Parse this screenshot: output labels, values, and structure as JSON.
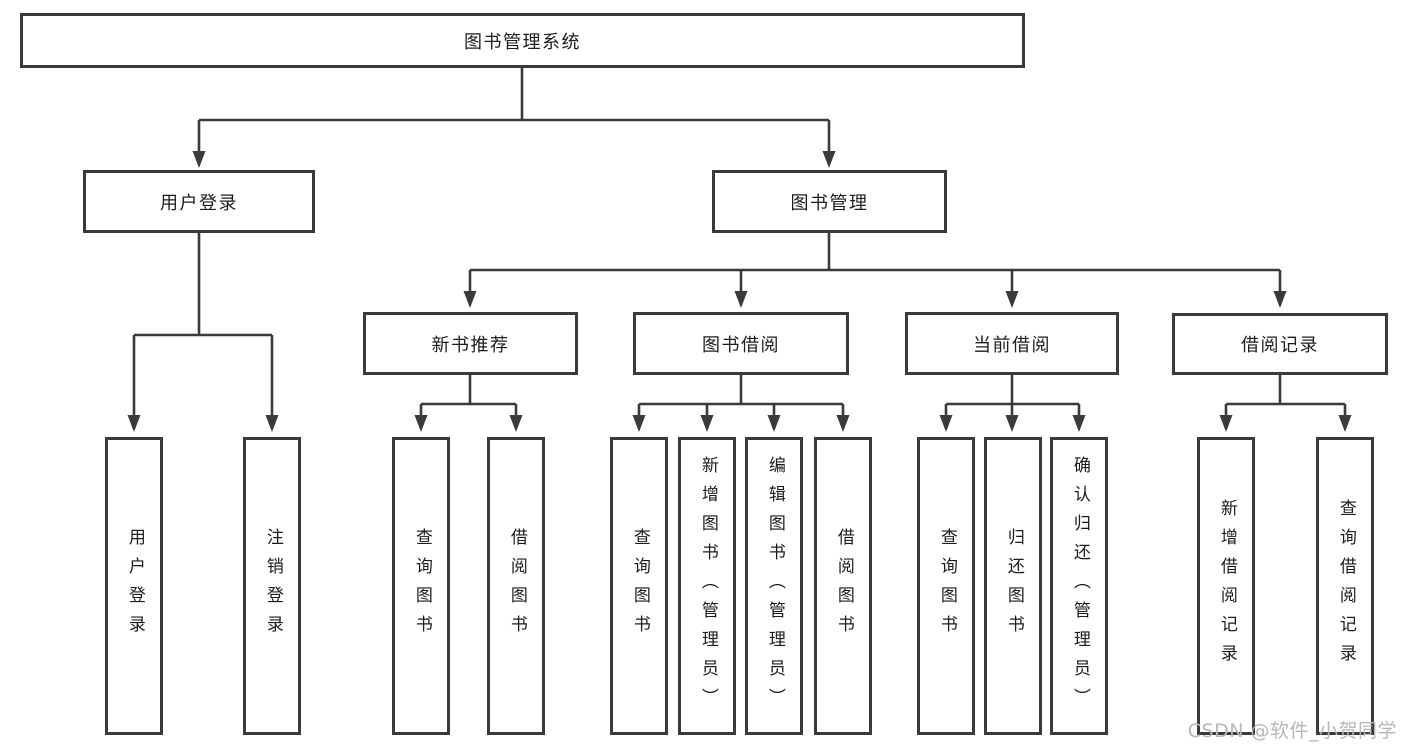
{
  "diagram": {
    "root": {
      "label": "图书管理系统",
      "children": [
        {
          "label": "用户登录",
          "children": [
            {
              "label": "用户登录"
            },
            {
              "label": "注销登录"
            }
          ]
        },
        {
          "label": "图书管理",
          "children": [
            {
              "label": "新书推荐",
              "children": [
                {
                  "label": "查询图书"
                },
                {
                  "label": "借阅图书"
                }
              ]
            },
            {
              "label": "图书借阅",
              "children": [
                {
                  "label": "查询图书"
                },
                {
                  "label": "新增图书（管理员）"
                },
                {
                  "label": "编辑图书（管理员）"
                },
                {
                  "label": "借阅图书"
                }
              ]
            },
            {
              "label": "当前借阅",
              "children": [
                {
                  "label": "查询图书"
                },
                {
                  "label": "归还图书"
                },
                {
                  "label": "确认归还（管理员）"
                }
              ]
            },
            {
              "label": "借阅记录",
              "children": [
                {
                  "label": "新增借阅记录"
                },
                {
                  "label": "查询借阅记录"
                }
              ]
            }
          ]
        }
      ]
    }
  },
  "watermark": "CSDN @软件_小贺同学",
  "colors": {
    "line": "#3a3a3a",
    "text": "#1c1c1c",
    "watermark": "#b7b7b7",
    "background": "#ffffff"
  }
}
